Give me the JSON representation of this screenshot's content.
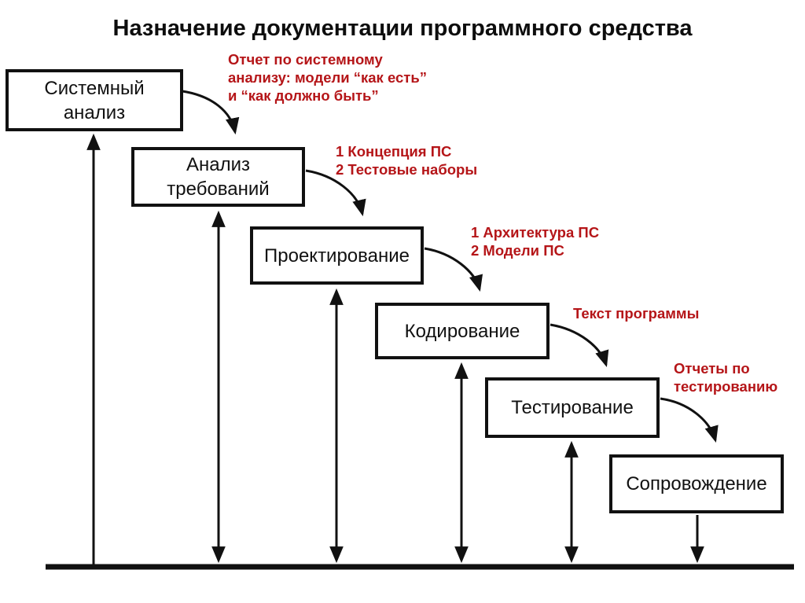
{
  "title": "Назначение документации программного средства",
  "colors": {
    "annotation_red": "#b51518",
    "line_black": "#111111",
    "background": "#ffffff"
  },
  "stages": [
    {
      "label": "Системный анализ"
    },
    {
      "label": "Анализ требований"
    },
    {
      "label": "Проектирование"
    },
    {
      "label": "Кодирование"
    },
    {
      "label": "Тестирование"
    },
    {
      "label": "Сопровождение"
    }
  ],
  "annotations": [
    {
      "lines": [
        "Отчет по системному",
        "анализу: модели “как есть”",
        "и “как должно быть”"
      ]
    },
    {
      "lines": [
        "1 Концепция ПС",
        "2 Тестовые наборы"
      ]
    },
    {
      "lines": [
        "1 Архитектура ПС",
        "2 Модели ПС"
      ]
    },
    {
      "lines": [
        "Текст программы"
      ]
    },
    {
      "lines": [
        "Отчеты по",
        "тестированию"
      ]
    }
  ]
}
